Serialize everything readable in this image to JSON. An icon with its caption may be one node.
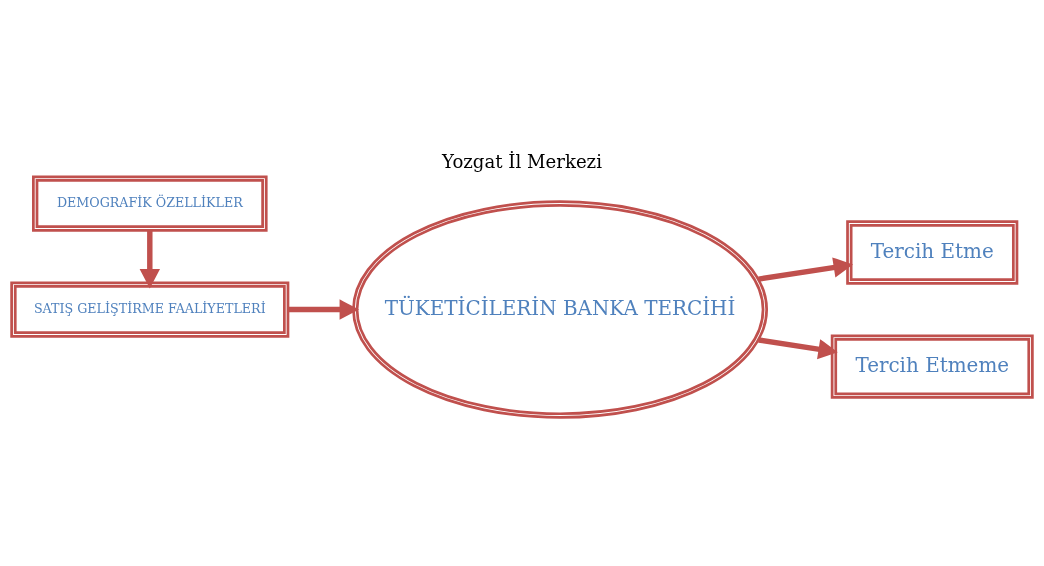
{
  "diagram": {
    "title": "Yozgat İl Merkezi",
    "nodes": [
      {
        "text": [
          "DEMOGRAFİK ÖZELLİKLER"
        ]
      },
      {
        "text": [
          "SATIŞ GELİŞTİRME FAALİYETLERİ"
        ]
      },
      {
        "text": [
          "TÜKETİCİLERİN BANKA TERCİHİ"
        ]
      },
      {
        "text": [
          "Tercih Etme"
        ]
      },
      {
        "text": [
          "Tercih Etmeme"
        ]
      }
    ],
    "edges": [
      {
        "from": 0,
        "to": 1,
        "arrow": "to"
      },
      {
        "from": 1,
        "to": 2,
        "arrow": "to"
      },
      {
        "from": 2,
        "to": 3,
        "arrow": "to"
      },
      {
        "from": 2,
        "to": 4,
        "arrow": "to"
      }
    ]
  }
}
